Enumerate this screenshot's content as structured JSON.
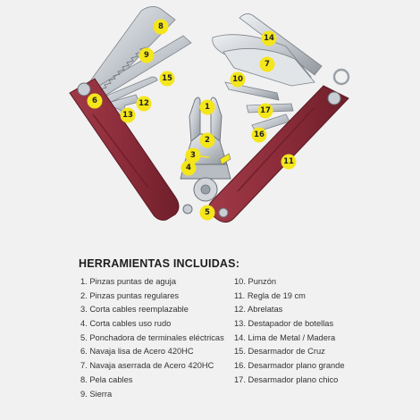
{
  "figure": {
    "callouts": [
      "8",
      "9",
      "15",
      "6",
      "12",
      "13",
      "1",
      "2",
      "3",
      "4",
      "5",
      "14",
      "7",
      "10",
      "17",
      "16",
      "11"
    ],
    "colors": {
      "handle": "#8c2c3a",
      "handle_dark": "#6e1f2a",
      "steel": "#c9ced4",
      "steel_dark": "#8d939a",
      "callout": "#f4e61a"
    }
  },
  "heading": "HERRAMIENTAS INCLUIDAS:",
  "tools_left": [
    "1. Pinzas puntas de aguja",
    "2. Pinzas puntas regulares",
    "3. Corta cables reemplazable",
    "4. Corta cables uso rudo",
    "5. Ponchadora de terminales eléctricas",
    "6. Navaja lisa de Acero 420HC",
    "7. Navaja aserrada de Acero 420HC",
    "8. Pela cables",
    "9. Sierra"
  ],
  "tools_right": [
    "10. Punzón",
    "11. Regla de 19 cm",
    "12. Abrelatas",
    "13. Destapador de botellas",
    "14. Lima de Metal / Madera",
    "15. Desarmador de Cruz",
    "16. Desarmador plano grande",
    "17. Desarmador plano chico"
  ]
}
